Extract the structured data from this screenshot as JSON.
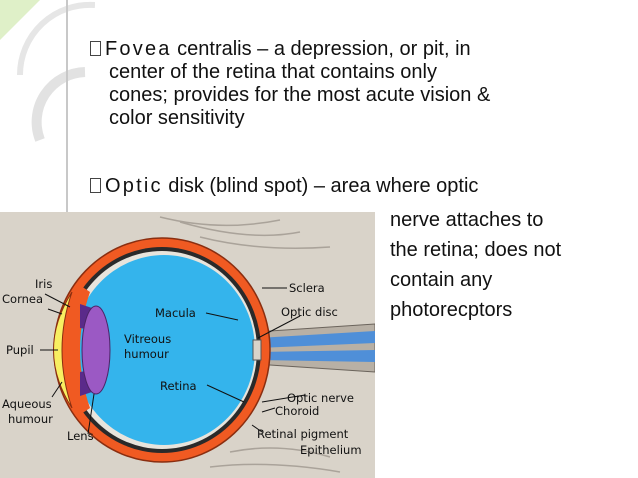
{
  "bullet1": {
    "term": "Fovea",
    "lines": [
      "centralis – a depression, or pit, in",
      "center of the retina that contains only",
      "cones; provides for the most acute vision &",
      "color sensitivity"
    ]
  },
  "bullet2": {
    "term": "Optic",
    "lines": [
      "disk (blind spot) – area where optic",
      "nerve attaches  to",
      "the retina;  does not",
      "contain  any",
      "photorecptors"
    ]
  },
  "diagram": {
    "labels": {
      "iris": "Iris",
      "cornea": "Cornea",
      "pupil": "Pupil",
      "aqueous1": "Aqueous",
      "aqueous2": "humour",
      "lens": "Lens",
      "macula": "Macula",
      "vitreous1": "Vitreous",
      "vitreous2": "humour",
      "retina": "Retina",
      "sclera": "Sclera",
      "optic_disc": "Optic disc",
      "optic_nerve": "Optic nerve",
      "choroid": "Choroid",
      "retinal_pigment": "Retinal pigment",
      "epithelium": "Epithelium"
    },
    "colors": {
      "sclera": "#f05a22",
      "vitreous": "#34b4ec",
      "lens": "#9b59c4",
      "cornea": "#f8ef62",
      "nerve": "#4f8fd8",
      "background": "#d9d3c9"
    }
  }
}
